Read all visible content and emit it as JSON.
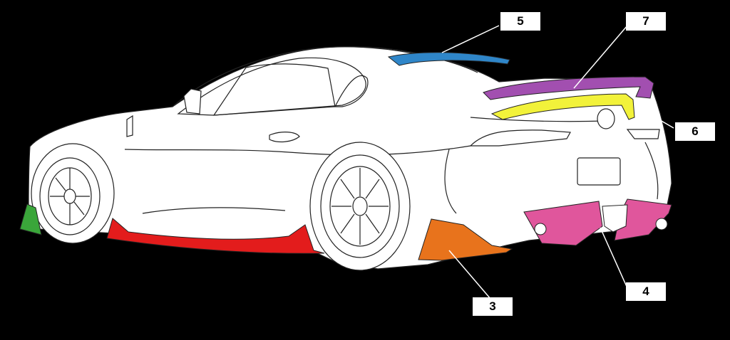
{
  "callouts": [
    {
      "id": "5",
      "label": "5",
      "color": "#2f86c9"
    },
    {
      "id": "7",
      "label": "7",
      "color": "#a24fb0"
    },
    {
      "id": "6",
      "label": "6",
      "color": "#f2f23a"
    },
    {
      "id": "4",
      "label": "4",
      "color": "#e0569c"
    },
    {
      "id": "3",
      "label": "3",
      "color": "#e8731c"
    }
  ],
  "unlabeled_parts": [
    {
      "name": "front-lip",
      "color": "#3aa63a"
    },
    {
      "name": "side-skirt",
      "color": "#e31c1c"
    }
  ]
}
